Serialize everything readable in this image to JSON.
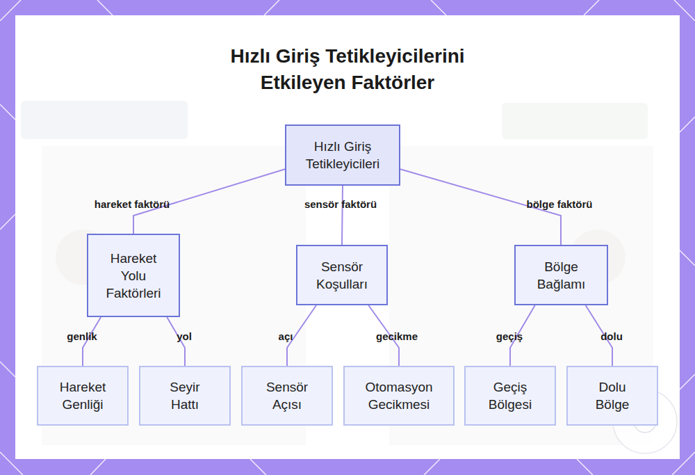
{
  "diagram": {
    "title": "Hızlı Giriş Tetikleyicilerini Etkileyen Faktörler",
    "nodes": [
      {
        "text": [
          "Hızlı Giriş Tetikleyicileri"
        ]
      },
      {
        "text": [
          "Hareket Yolu Faktörleri"
        ]
      },
      {
        "text": [
          "Sensör Koşulları"
        ]
      },
      {
        "text": [
          "Bölge Bağlamı"
        ]
      },
      {
        "text": [
          "Hareket Genliği"
        ]
      },
      {
        "text": [
          "Seyir Hattı"
        ]
      },
      {
        "text": [
          "Sensör Açısı"
        ]
      },
      {
        "text": [
          "Otomasyon Gecikmesi"
        ]
      },
      {
        "text": [
          "Geçiş Bölgesi"
        ]
      },
      {
        "text": [
          "Dolu Bölge"
        ]
      }
    ],
    "edges": [
      {
        "from": 0,
        "to": 1,
        "arrow": "none",
        "label": "hareket faktörü"
      },
      {
        "from": 0,
        "to": 2,
        "arrow": "none",
        "label": "sensör faktörü"
      },
      {
        "from": 0,
        "to": 3,
        "arrow": "none",
        "label": "bölge faktörü"
      },
      {
        "from": 1,
        "to": 4,
        "arrow": "none",
        "label": "genlik"
      },
      {
        "from": 1,
        "to": 5,
        "arrow": "none",
        "label": "yol"
      },
      {
        "from": 2,
        "to": 6,
        "arrow": "none",
        "label": "açı"
      },
      {
        "from": 2,
        "to": 7,
        "arrow": "none",
        "label": "gecikme"
      },
      {
        "from": 3,
        "to": 8,
        "arrow": "none",
        "label": "geçiş"
      },
      {
        "from": 3,
        "to": 9,
        "arrow": "none",
        "label": "dolu"
      }
    ]
  }
}
